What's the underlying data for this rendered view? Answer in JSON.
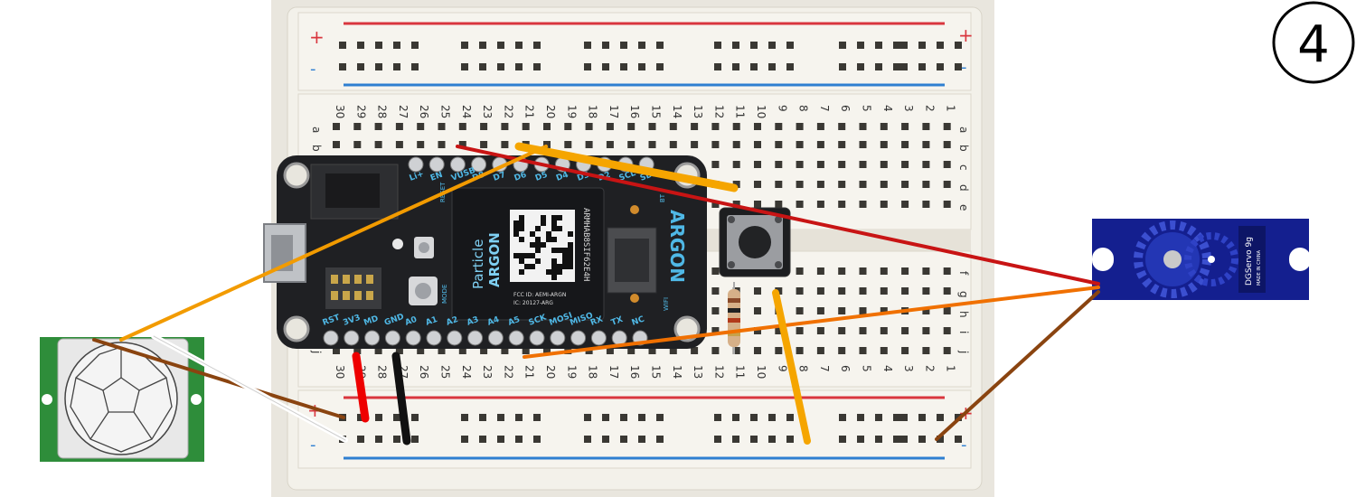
{
  "step_number": "4",
  "breadboard": {
    "rail_plus": "+",
    "rail_minus": "-",
    "columns": [
      "30",
      "29",
      "28",
      "27",
      "26",
      "25",
      "24",
      "23",
      "22",
      "21",
      "20",
      "19",
      "18",
      "17",
      "16",
      "15",
      "14",
      "13",
      "12",
      "11",
      "10",
      "9",
      "8",
      "7",
      "6",
      "5",
      "4",
      "3",
      "2",
      "1"
    ],
    "rows_top": [
      "a",
      "b",
      "c",
      "d",
      "e"
    ],
    "rows_bottom": [
      "f",
      "g",
      "h",
      "i",
      "j"
    ]
  },
  "argon": {
    "brand": "Particle",
    "name": "ARGON",
    "name_vertical": "ARGON",
    "id_code": "ARMHAB8SIF62E4H",
    "fcc_id": "FCC ID: AEMI-ARGN",
    "ic_id": "IC: 20127-ARG",
    "top_pins": [
      "Li+",
      "EN",
      "VUSB",
      "D8",
      "D7",
      "D6",
      "D5",
      "D4",
      "D3",
      "D2",
      "SCL",
      "SDA"
    ],
    "bottom_pins": [
      "RST",
      "3V3",
      "MD",
      "GND",
      "A0",
      "A1",
      "A2",
      "A3",
      "A4",
      "A5",
      "SCK",
      "MOSI",
      "MISO",
      "RX",
      "TX",
      "NC"
    ],
    "labels": {
      "reset": "RESET",
      "mode": "MODE",
      "bt": "BT",
      "wifi": "WIFI"
    }
  },
  "servo": {
    "model": "DGServo 9g",
    "origin": "MADE IN CHINA"
  },
  "colors": {
    "breadboard": "#f3f1ea",
    "rail_red": "#d9363e",
    "rail_blue": "#2f7fd1",
    "argon_board": "#222326",
    "servo_blue": "#141f8f",
    "wire_orange": "#f5a500",
    "wire_dark_orange": "#f07000",
    "wire_red": "#c81414",
    "wire_brown": "#8a4410",
    "wire_black": "#111111"
  }
}
